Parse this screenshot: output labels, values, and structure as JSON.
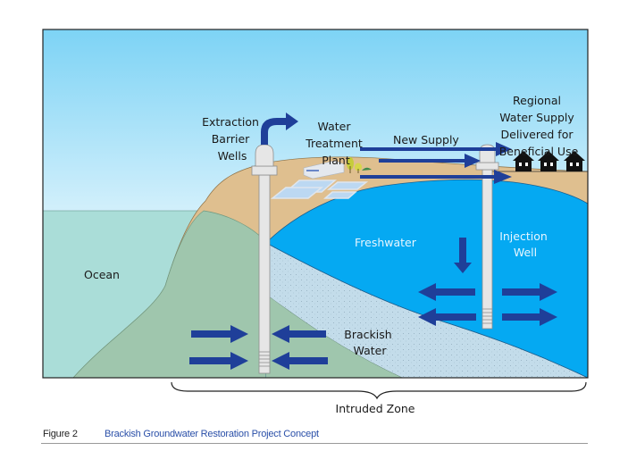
{
  "figure": {
    "number": "Figure 2",
    "title": "Brackish Groundwater Restoration Project Concept",
    "title_color": "#2a4fa8"
  },
  "labels": {
    "extraction_wells": [
      "Extraction",
      "Barrier",
      "Wells"
    ],
    "treatment_plant": [
      "Water",
      "Treatment",
      "Plant"
    ],
    "new_supply": "New Supply",
    "regional_supply": [
      "Regional",
      "Water Supply",
      "Delivered for",
      "Beneficial Use"
    ],
    "ocean": "Ocean",
    "freshwater": "Freshwater",
    "injection_well": [
      "Injection",
      "Well"
    ],
    "brackish_water": [
      "Brackish",
      "Water"
    ],
    "intruded_zone": "Intruded Zone"
  },
  "colors": {
    "sky_top": "#7dd3f5",
    "sky_bottom": "#f4fbfe",
    "ocean": "#aaddd8",
    "brackish_land": "#9fc6ad",
    "soil": "#dfbf8f",
    "freshwater": "#05a9f2",
    "brackish_zone": "#c3dcea",
    "arrow": "#1f3f99",
    "well": "#e6e6e6",
    "house": "#111111"
  },
  "icons": {
    "houses": [
      "house-icon",
      "house-icon",
      "house-icon"
    ],
    "trees": [
      "tree-icon",
      "tree-icon"
    ]
  }
}
